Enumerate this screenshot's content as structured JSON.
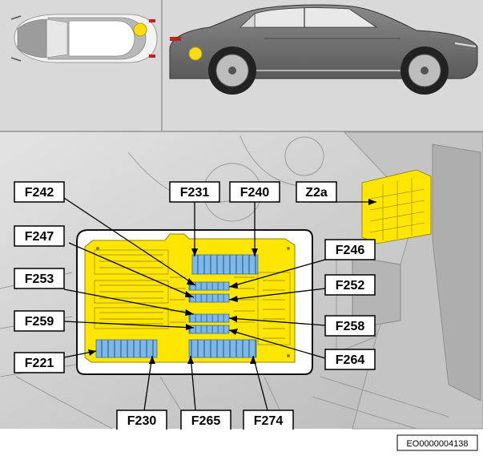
{
  "labels": {
    "f242": "F242",
    "f231": "F231",
    "f240": "F240",
    "z2a": "Z2a",
    "f247": "F247",
    "f246": "F246",
    "f253": "F253",
    "f252": "F252",
    "f259": "F259",
    "f258": "F258",
    "f221": "F221",
    "f264": "F264",
    "f230": "F230",
    "f265": "F265",
    "f274": "F274"
  },
  "reference_code": "EO0000004138",
  "colors": {
    "fuse_box": "#ffe600",
    "fuse_highlight": "#7fb8e6",
    "location_marker": "#f7dc16",
    "background_gray": "#d9d9d9"
  }
}
